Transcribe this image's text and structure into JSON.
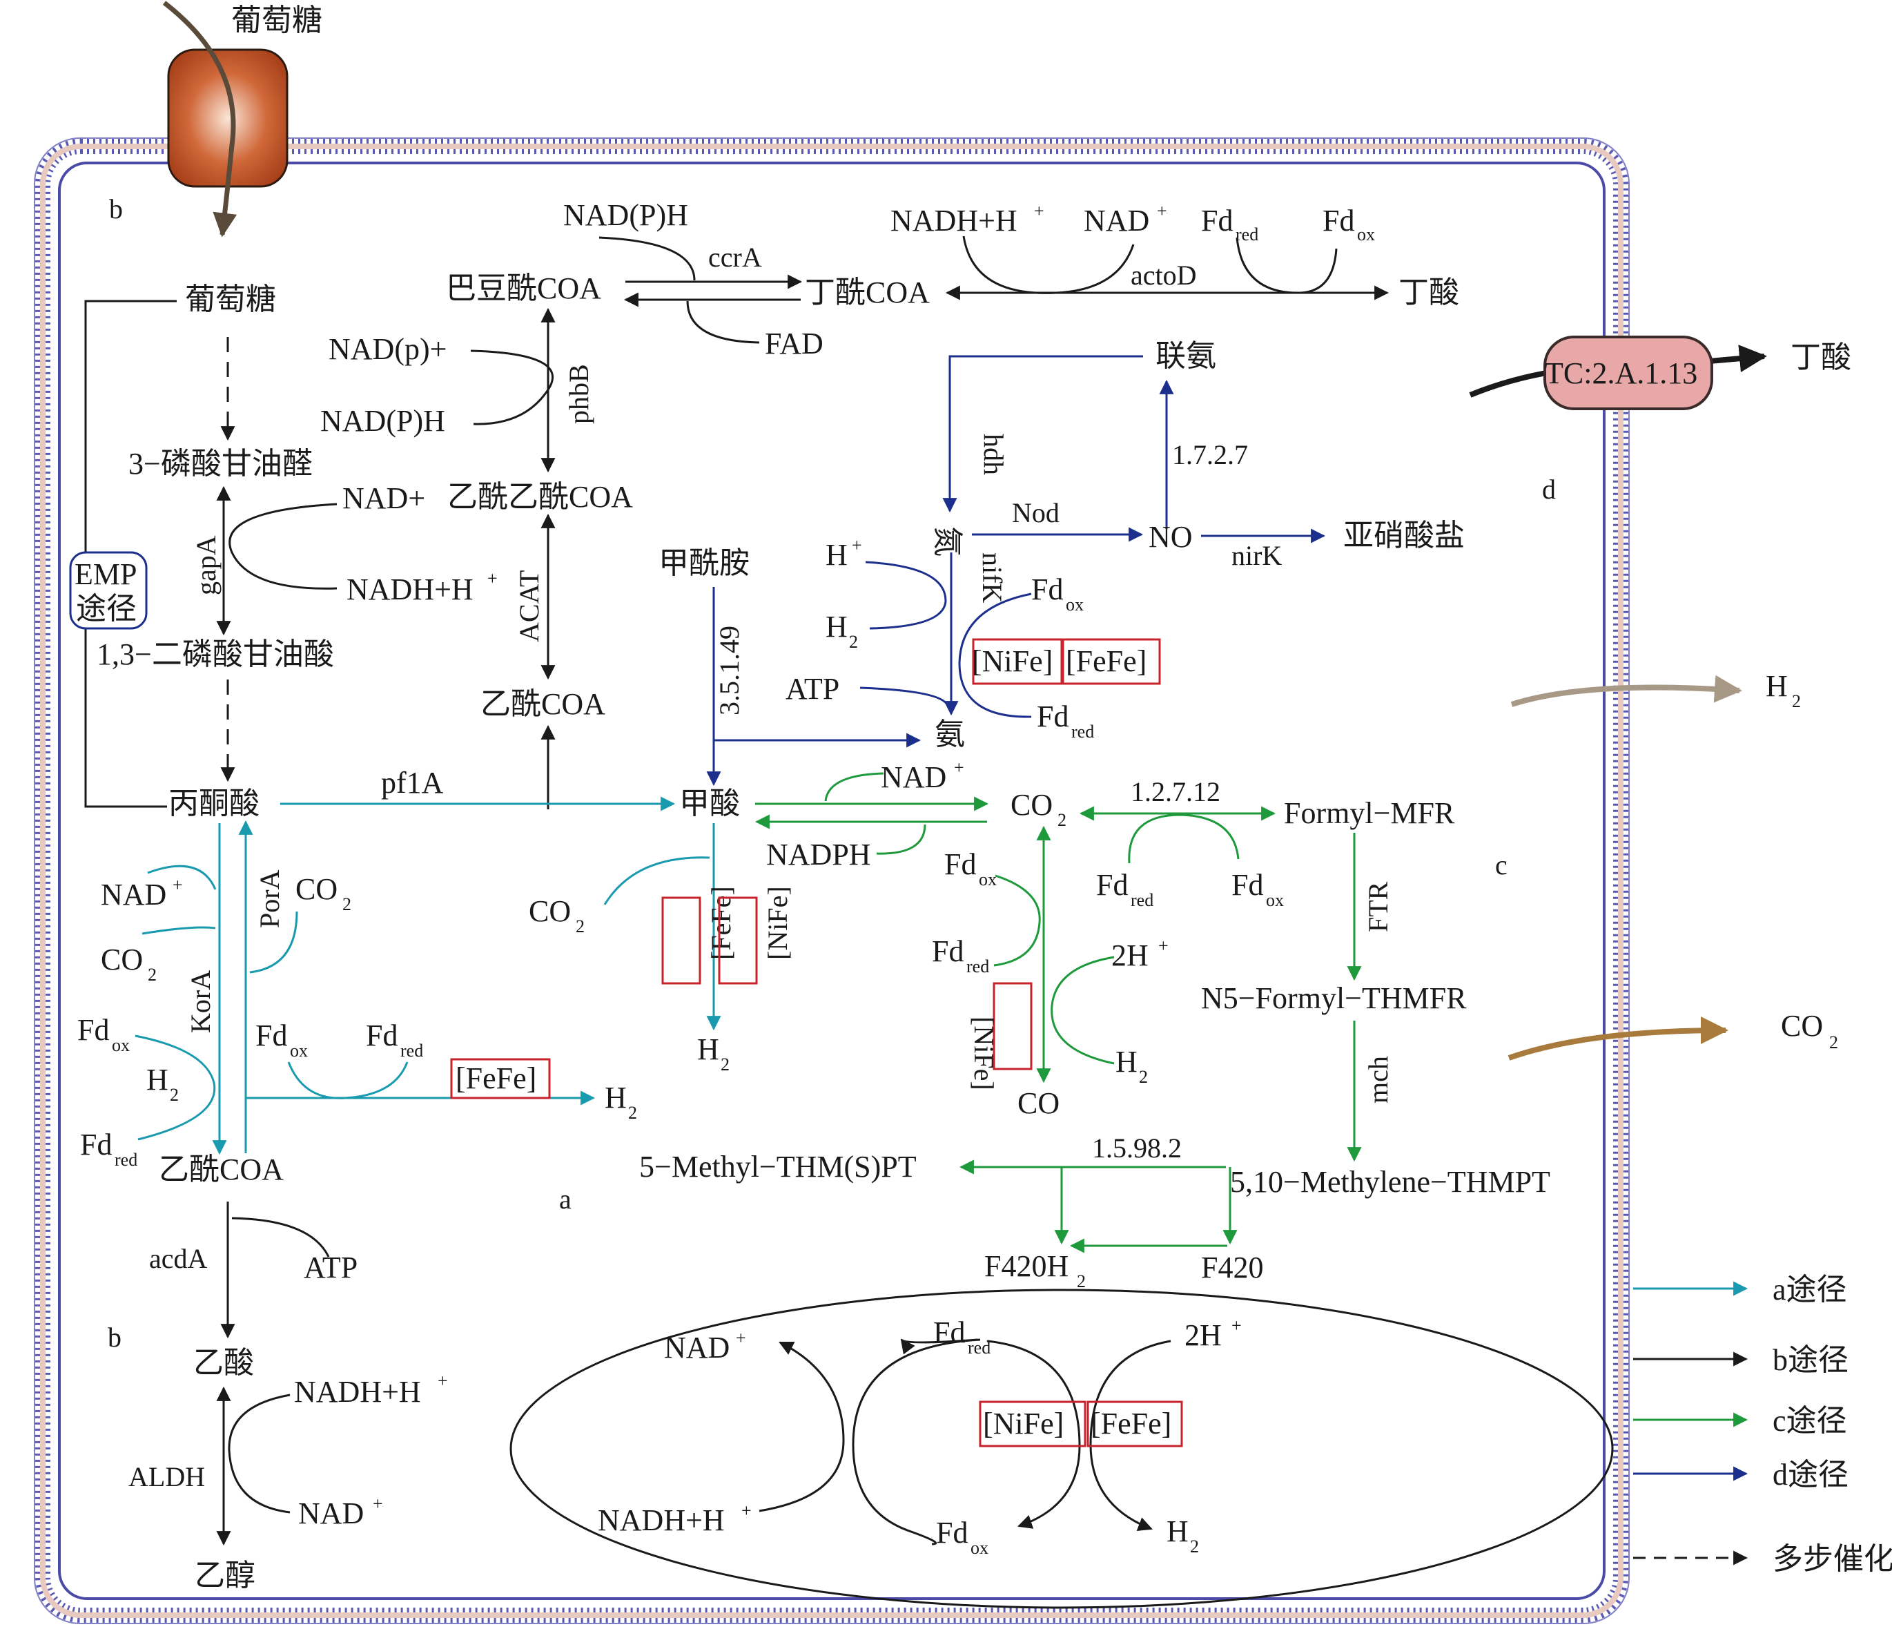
{
  "colors": {
    "path_a": "#1a9aae",
    "path_b": "#1a1a1a",
    "path_c": "#1e9a3c",
    "path_d": "#1c2f8c",
    "box_red": "#c8232c",
    "membrane": "#4a4aa8",
    "transporter_glucose": "#b84a1e",
    "transporter_butyrate": "#e8a8a8",
    "h2_arrow": "#a89886",
    "co2_arrow": "#a87a3c"
  },
  "regions": {
    "a": "a",
    "b_top": "b",
    "b_bottom": "b",
    "c": "c",
    "d": "d"
  },
  "external": {
    "glucose": "葡萄糖",
    "butyrate": "丁酸",
    "transporter": "TC:2.A.1.13",
    "h2": "H",
    "co2": "CO",
    "sub2": "2"
  },
  "glycolysis": {
    "glucose": "葡萄糖",
    "g3p": "3−磷酸甘油醛",
    "bpg": "1,3−二磷酸甘油酸",
    "pyruvate": "丙酮酸",
    "emp_line1": "EMP",
    "emp_line2": "途径",
    "gapA": "gapA",
    "nad_plus": "NAD+",
    "nadh": "NADH+H",
    "plus": "+"
  },
  "acetyl_branch": {
    "acetyl_coa": "乙酰COA",
    "acetoacetyl_coa": "乙酰乙酰COA",
    "crotonyl_coa": "巴豆酰COA",
    "butyryl_coa": "丁酰COA",
    "butyrate": "丁酸",
    "acat": "ACAT",
    "phbB": "phbB",
    "nadp_plus": "NAD(p)+",
    "nadph_lower": "NAD(P)H",
    "nadph_top": "NAD(P)H",
    "ccrA": "ccrA",
    "fad": "FAD",
    "nadh_top": "NADH+H",
    "nad_top": "NAD",
    "fd_red": "Fd",
    "fd_ox": "Fd",
    "red": "red",
    "ox": "ox",
    "actoD": "actoD",
    "plus": "+"
  },
  "path_a": {
    "pfla": "pf1A",
    "formate": "甲酸",
    "acetyl_coa": "乙酰COA",
    "pora": "PorA",
    "kora": "KorA",
    "nad": "NAD",
    "co2_left": "CO",
    "co2_right": "CO",
    "fd_ox_left": "Fd",
    "h2_left": "H",
    "fd_red_left": "Fd",
    "fd_ox_mid": "Fd",
    "fd_red_mid": "Fd",
    "fefe": "[FeFe]",
    "h2_right": "H",
    "co2_formate": "CO",
    "fefe_v": "[FeFe]",
    "nife_v": "[NiFe]",
    "h2_formate": "H",
    "sub2": "2",
    "red": "red",
    "ox": "ox",
    "plus": "+"
  },
  "acetate_branch": {
    "acdA": "acdA",
    "atp": "ATP",
    "acetate": "乙酸",
    "aldh": "ALDH",
    "nadh": "NADH+H",
    "nad": "NAD",
    "ethanol": "乙醇",
    "plus": "+"
  },
  "nitrogen": {
    "hydrazine": "联氨",
    "hdh": "hdh",
    "ec_1727": "1.7.2.7",
    "ammonia_top": "氮",
    "nod": "Nod",
    "no": "NO",
    "nirK": "nirK",
    "nitrite": "亚硝酸盐",
    "nifK": "nifK",
    "h_plus": "H",
    "h2": "H",
    "atp": "ATP",
    "fd_ox": "Fd",
    "fd_red": "Fd",
    "nife": "[NiFe]",
    "fefe": "[FeFe]",
    "ammonia_bottom": "氨",
    "formamide": "甲酰胺",
    "ec_35149": "3.5.1.49",
    "sub2": "2",
    "red": "red",
    "ox": "ox",
    "plus": "+"
  },
  "path_c": {
    "nad": "NAD",
    "nadph": "NADPH",
    "co2": "CO",
    "ec_12712": "1.2.7.12",
    "formyl_mfr": "Formyl−MFR",
    "fd_red": "Fd",
    "fd_ox": "Fd",
    "ftr": "FTR",
    "n5": "N5−Formyl−THMFR",
    "mch": "mch",
    "methylene": "5,10−Methylene−THMPT",
    "methyl": "5−Methyl−THM(S)PT",
    "ec_15982": "1.5.98.2",
    "f420h2": "F420H",
    "f420": "F420",
    "fd_ox_left": "Fd",
    "fd_red_left": "Fd",
    "two_h": "2H",
    "h2": "H",
    "co": "CO",
    "nife_v": "[NiFe]",
    "sub2": "2",
    "red": "red",
    "ox": "ox",
    "plus": "+"
  },
  "ellipse": {
    "nad": "NAD",
    "nadh": "NADH+H",
    "fd_red": "Fd",
    "fd_ox": "Fd",
    "two_h": "2H",
    "h2": "H",
    "nife": "[NiFe]",
    "fefe": "[FeFe]",
    "sub2": "2",
    "red": "red",
    "ox": "ox",
    "plus": "+"
  },
  "legend": [
    {
      "label": "a途径",
      "color": "#1a9aae",
      "dashed": false
    },
    {
      "label": "b途径",
      "color": "#1a1a1a",
      "dashed": false
    },
    {
      "label": "c途径",
      "color": "#1e9a3c",
      "dashed": false
    },
    {
      "label": "d途径",
      "color": "#1c2f8c",
      "dashed": false
    },
    {
      "label": "多步催化",
      "color": "#1a1a1a",
      "dashed": true
    }
  ]
}
